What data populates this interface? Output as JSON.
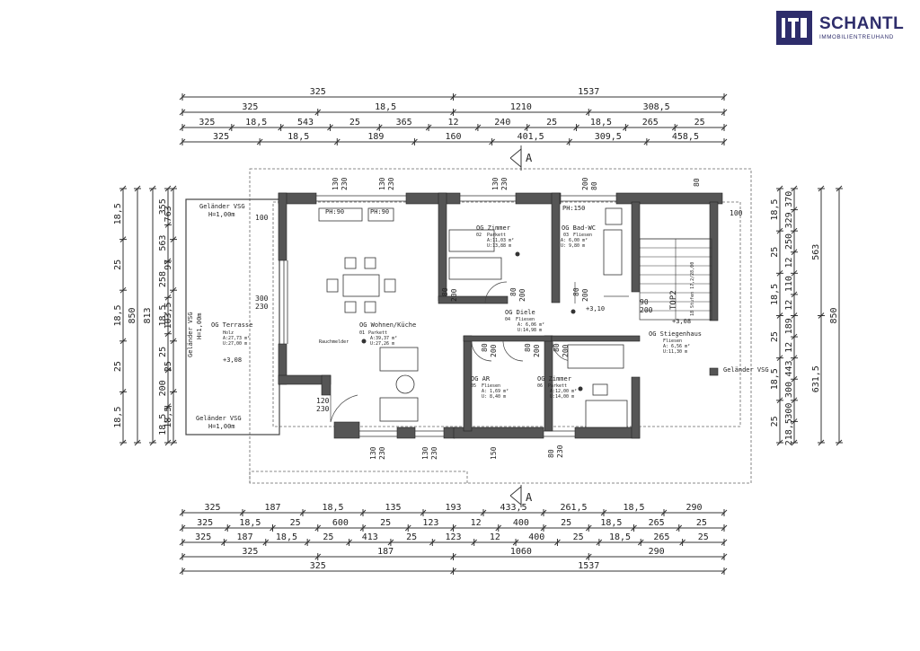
{
  "logo": {
    "brand": "SCHANTL",
    "tagline": "IMMOBILIENTREUHAND",
    "mark": "ITH"
  },
  "dims_top": [
    [
      "325",
      "1537"
    ],
    [
      "325",
      "18,5",
      "1210",
      "308,5"
    ],
    [
      "325",
      "18,5",
      "543",
      "25",
      "365",
      "12",
      "240",
      "25",
      "18,5",
      "265",
      "25"
    ],
    [
      "325",
      "18,5",
      "189",
      "160",
      "401,5",
      "309,5",
      "458,5"
    ]
  ],
  "dims_bottom": [
    [
      "325",
      "187",
      "18,5",
      "135",
      "193",
      "433,5",
      "261,5",
      "18,5",
      "290"
    ],
    [
      "325",
      "18,5",
      "25",
      "600",
      "25",
      "123",
      "12",
      "400",
      "25",
      "18,5",
      "265",
      "25"
    ],
    [
      "325",
      "187",
      "18,5",
      "25",
      "413",
      "25",
      "123",
      "12",
      "400",
      "25",
      "18,5",
      "265",
      "25"
    ],
    [
      "325",
      "187",
      "1060",
      "290"
    ],
    [
      "325",
      "1537"
    ]
  ],
  "dims_left": [
    [
      "18,5",
      "25",
      "18,5",
      "25",
      "18,5"
    ],
    [
      "850"
    ],
    [
      "813"
    ],
    [
      "355",
      "563",
      "258",
      "18,5",
      "25",
      "200",
      "18,5"
    ],
    [
      "763",
      "97",
      "103,5",
      "25",
      "18,5"
    ]
  ],
  "dims_right": [
    [
      "18,5",
      "25",
      "18,5",
      "25",
      "18,5",
      "25"
    ],
    [
      "370",
      "329",
      "250",
      "12",
      "110",
      "12",
      "189",
      "12",
      "443",
      "300",
      "300",
      "218,5"
    ],
    [
      "563",
      "631,5"
    ],
    [
      "850"
    ]
  ],
  "section_marker": "A",
  "rooms": {
    "terrasse": {
      "name": "OG Terrasse",
      "mat": "Holz",
      "a": "A:27,73 m²",
      "u": "U:27,00 m"
    },
    "wohnen": {
      "name": "OG Wohnen/Küche",
      "no": "01",
      "mat": "Parkett",
      "a": "A:39,37 m²",
      "u": "U:27,26 m"
    },
    "zimmer02": {
      "name": "OG Zimmer",
      "no": "02",
      "mat": "Parkett",
      "a": "A:11,03 m²",
      "u": "U:13,88 m"
    },
    "bad": {
      "name": "OG Bad-WC",
      "no": "03",
      "mat": "Fliesen",
      "a": "A: 6,00 m²",
      "u": "U: 9,80 m"
    },
    "diele": {
      "name": "OG Diele",
      "no": "04",
      "mat": "Fliesen",
      "a": "A: 6,06 m²",
      "u": "U:14,98 m"
    },
    "ar": {
      "name": "OG AR",
      "no": "05",
      "mat": "Fliesen",
      "a": "A: 1,69 m²",
      "u": "U: 8,40 m"
    },
    "zimmer06": {
      "name": "OG Zimmer",
      "no": "06",
      "mat": "Parkett",
      "a": "A:12,00 m²",
      "u": "U:14,00 m"
    },
    "stiegenhaus": {
      "name": "OG Stiegenhaus",
      "mat": "Fliesen",
      "a": "A: 6,56 m²",
      "u": "U:11,30 m"
    }
  },
  "labels": {
    "gelaender_top": "Geländer VSG",
    "gelaender_top_h": "H=1,00m",
    "gelaender_side": "Geländer VSG",
    "gelaender_side_h": "H=1,00m",
    "gelaender_bottom": "Geländer VSG",
    "gelaender_bottom_h": "H=1,00m",
    "gelaender_stair": "Geländer VSG",
    "rauchmelder": "Rauchmelder",
    "top2": "TOP2",
    "ph90a": "PH:90",
    "ph90b": "PH:90",
    "ph150": "PH:150",
    "lvl_terr": "+3,08",
    "lvl_diele": "+3,10",
    "lvl_stair": "+3,08",
    "stair_info": "18 Stufen 17,2/28,00",
    "d100l": "100",
    "d100r": "100",
    "d300": "300",
    "d230": "230",
    "d120": "120",
    "d230b": "230",
    "d90": "90",
    "d200": "200",
    "d80stair": "80",
    "w130_230a": "130",
    "w130_230a2": "230",
    "w130_230b": "130",
    "w130_230b2": "230",
    "w130_230c": "130",
    "w130_230c2": "230",
    "w200_80": "200",
    "w200_80b": "80",
    "b130_230a": "130",
    "b130_230a2": "230",
    "b130_230b": "130",
    "b130_230b2": "230",
    "b150": "150",
    "b80": "80",
    "b230": "230",
    "d80a": "80",
    "d200a": "200",
    "d80b": "80",
    "d200b": "200",
    "d80c": "80",
    "d200c": "200",
    "d80d": "80",
    "d200d": "200",
    "d80e": "80",
    "d200e": "200",
    "d80f": "80",
    "d200f": "200"
  }
}
